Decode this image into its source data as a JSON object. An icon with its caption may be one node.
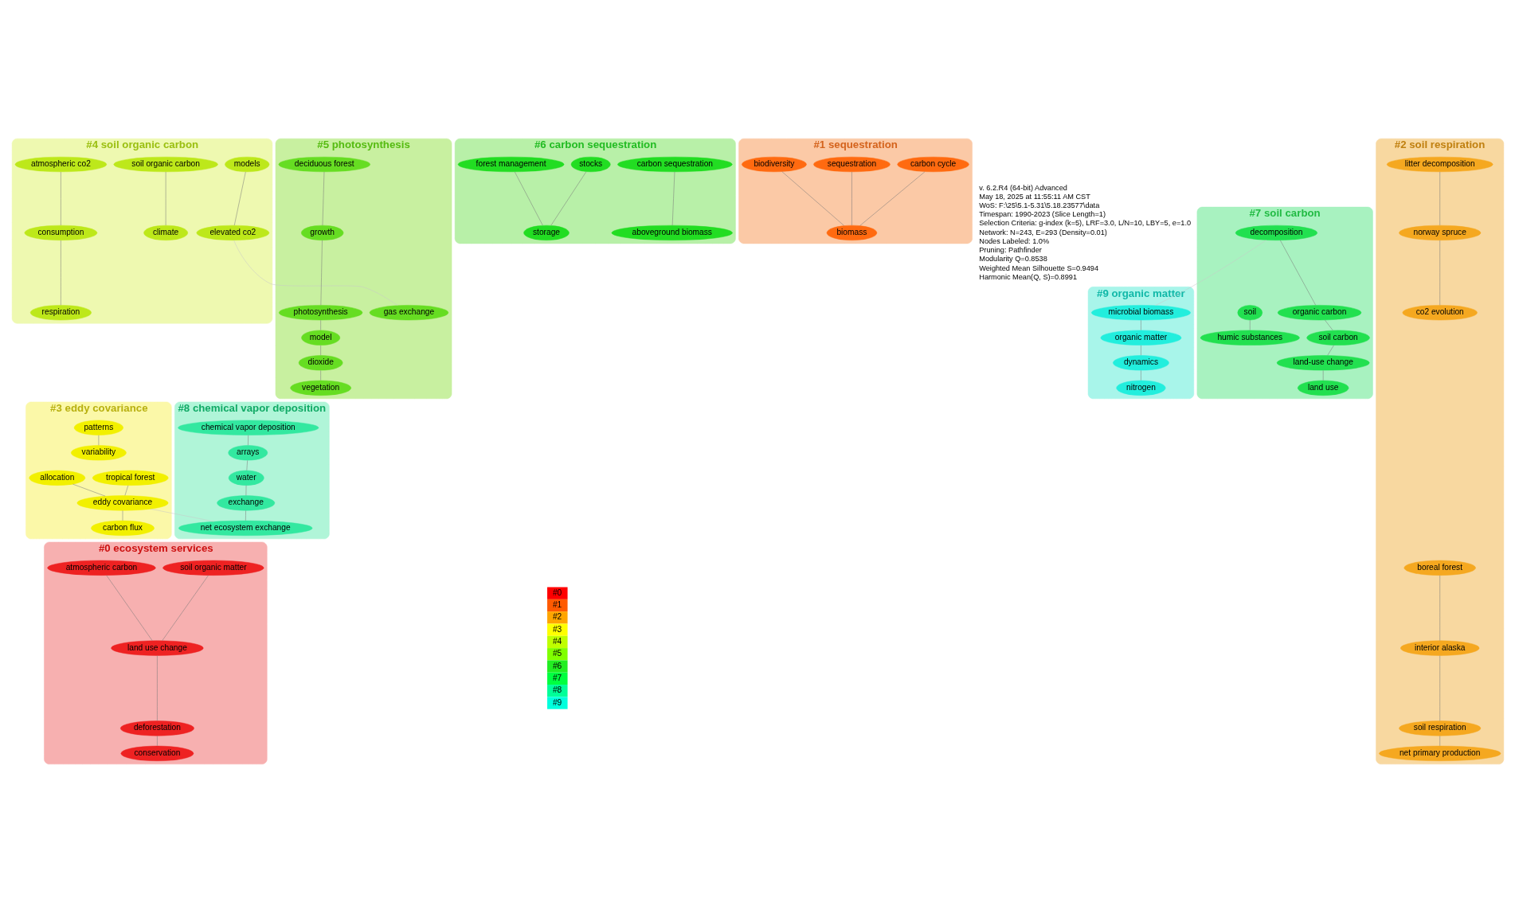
{
  "diagram": {
    "nodes": [
      {
        "text": [
          "#4 soil organic carbon"
        ]
      },
      {
        "text": [
          "atmospheric co2"
        ],
        "in": 0
      },
      {
        "text": [
          "consumption"
        ],
        "in": 0
      },
      {
        "text": [
          "respiration"
        ],
        "in": 0
      },
      {
        "text": [
          "soil organic carbon"
        ],
        "in": 0
      },
      {
        "text": [
          "climate"
        ],
        "in": 0
      },
      {
        "text": [
          "models"
        ],
        "in": 0
      },
      {
        "text": [
          "elevated co2"
        ],
        "in": 0
      },
      {
        "text": [
          "#6 carbon sequestration"
        ]
      },
      {
        "text": [
          "carbon sequestration"
        ],
        "in": 8
      },
      {
        "text": [
          "aboveground biomass"
        ],
        "in": 8
      },
      {
        "text": [
          "stocks"
        ],
        "in": 8
      },
      {
        "text": [
          "forest management"
        ],
        "in": 8
      },
      {
        "text": [
          "storage"
        ],
        "in": 8
      },
      {
        "text": [
          "#1 sequestration"
        ]
      },
      {
        "text": [
          "sequestration"
        ],
        "in": 14
      },
      {
        "text": [
          "biodiversity"
        ],
        "in": 14
      },
      {
        "text": [
          "carbon cycle"
        ],
        "in": 14
      },
      {
        "text": [
          "biomass"
        ],
        "in": 14
      },
      {
        "text": [
          "#5 photosynthesis"
        ]
      },
      {
        "text": [
          "gas exchange"
        ],
        "in": 19
      },
      {
        "text": [
          "deciduous forest"
        ],
        "in": 19
      },
      {
        "text": [
          "growth"
        ],
        "in": 19
      },
      {
        "text": [
          "photosynthesis"
        ],
        "in": 19
      },
      {
        "text": [
          "model"
        ],
        "in": 19
      },
      {
        "text": [
          "dioxide"
        ],
        "in": 19
      },
      {
        "text": [
          "vegetation"
        ],
        "in": 19
      },
      {
        "text": [
          "#7 soil carbon"
        ]
      },
      {
        "text": [
          "soil"
        ],
        "in": 27
      },
      {
        "text": [
          "humic substances"
        ],
        "in": 27
      },
      {
        "text": [
          "decomposition"
        ],
        "in": 27
      },
      {
        "text": [
          "organic carbon"
        ],
        "in": 27
      },
      {
        "text": [
          "soil carbon"
        ],
        "in": 27
      },
      {
        "text": [
          "land-use change"
        ],
        "in": 27
      },
      {
        "text": [
          "land use"
        ],
        "in": 27
      },
      {
        "text": [
          "#9 organic matter"
        ]
      },
      {
        "text": [
          "microbial biomass"
        ],
        "in": 35
      },
      {
        "text": [
          "organic matter"
        ],
        "in": 35
      },
      {
        "text": [
          "dynamics"
        ],
        "in": 35
      },
      {
        "text": [
          "nitrogen"
        ],
        "in": 35
      },
      {
        "text": [
          "#8 chemical vapor deposition"
        ]
      },
      {
        "text": [
          "chemical vapor deposition"
        ],
        "in": 40
      },
      {
        "text": [
          "arrays"
        ],
        "in": 40
      },
      {
        "text": [
          "water"
        ],
        "in": 40
      },
      {
        "text": [
          "exchange"
        ],
        "in": 40
      },
      {
        "text": [
          "net ecosystem exchange"
        ],
        "in": 40
      },
      {
        "text": [
          "#3 eddy covariance"
        ]
      },
      {
        "text": [
          "patterns"
        ],
        "in": 46
      },
      {
        "text": [
          "variability"
        ],
        "in": 46
      },
      {
        "text": [
          "tropical forest"
        ],
        "in": 46
      },
      {
        "text": [
          "eddy covariance"
        ],
        "in": 46
      },
      {
        "text": [
          "allocation"
        ],
        "in": 46
      },
      {
        "text": [
          "carbon flux"
        ],
        "in": 46
      },
      {
        "text": [
          "#0 ecosystem services"
        ]
      },
      {
        "text": [
          "soil organic matter"
        ],
        "in": 53
      },
      {
        "text": [
          "atmospheric carbon"
        ],
        "in": 53
      },
      {
        "text": [
          "land use change"
        ],
        "in": 53
      },
      {
        "text": [
          "deforestation"
        ],
        "in": 53
      },
      {
        "text": [
          "conservation"
        ],
        "in": 53
      },
      {
        "text": [
          "#2 soil respiration"
        ]
      },
      {
        "text": [
          "boreal forest"
        ],
        "in": 59
      },
      {
        "text": [
          "interior alaska"
        ],
        "in": 59
      },
      {
        "text": [
          "soil respiration"
        ],
        "in": 59
      },
      {
        "text": [
          "litter decomposition"
        ],
        "in": 59
      },
      {
        "text": [
          "net primary production"
        ],
        "in": 59
      },
      {
        "text": [
          "norway spruce"
        ],
        "in": 59
      },
      {
        "text": [
          "co2 evolution"
        ],
        "in": 59
      }
    ],
    "edges": [
      {
        "from": 1,
        "to": 2,
        "arrow": "none"
      },
      {
        "from": 2,
        "to": 3,
        "arrow": "none"
      },
      {
        "from": 4,
        "to": 5,
        "arrow": "none"
      },
      {
        "from": 6,
        "to": 7,
        "arrow": "none"
      },
      {
        "from": 9,
        "to": 10,
        "arrow": "none"
      },
      {
        "from": 11,
        "to": 13,
        "arrow": "none"
      },
      {
        "from": 12,
        "to": 13,
        "arrow": "none"
      },
      {
        "from": 15,
        "to": 18,
        "arrow": "none"
      },
      {
        "from": 16,
        "to": 18,
        "arrow": "none"
      },
      {
        "from": 17,
        "to": 18,
        "arrow": "none"
      },
      {
        "from": 21,
        "to": 22,
        "arrow": "none"
      },
      {
        "from": 22,
        "to": 23,
        "arrow": "none"
      },
      {
        "from": 23,
        "to": 24,
        "arrow": "none"
      },
      {
        "from": 24,
        "to": 25,
        "arrow": "none"
      },
      {
        "from": 25,
        "to": 26,
        "arrow": "none"
      },
      {
        "from": 28,
        "to": 29,
        "arrow": "none"
      },
      {
        "from": 30,
        "to": 31,
        "arrow": "none"
      },
      {
        "from": 31,
        "to": 32,
        "arrow": "none"
      },
      {
        "from": 32,
        "to": 33,
        "arrow": "none"
      },
      {
        "from": 33,
        "to": 34,
        "arrow": "none"
      },
      {
        "from": 36,
        "to": 37,
        "arrow": "none"
      },
      {
        "from": 37,
        "to": 38,
        "arrow": "none"
      },
      {
        "from": 38,
        "to": 39,
        "arrow": "none"
      },
      {
        "from": 41,
        "to": 42,
        "arrow": "none"
      },
      {
        "from": 42,
        "to": 43,
        "arrow": "none"
      },
      {
        "from": 43,
        "to": 44,
        "arrow": "none"
      },
      {
        "from": 44,
        "to": 45,
        "arrow": "none"
      },
      {
        "from": 47,
        "to": 48,
        "arrow": "none"
      },
      {
        "from": 49,
        "to": 50,
        "arrow": "none"
      },
      {
        "from": 51,
        "to": 50,
        "arrow": "none"
      },
      {
        "from": 50,
        "to": 52,
        "arrow": "none"
      },
      {
        "from": 54,
        "to": 56,
        "arrow": "none"
      },
      {
        "from": 55,
        "to": 56,
        "arrow": "none"
      },
      {
        "from": 56,
        "to": 57,
        "arrow": "none"
      },
      {
        "from": 57,
        "to": 58,
        "arrow": "none"
      },
      {
        "from": 60,
        "to": 61,
        "arrow": "none"
      },
      {
        "from": 61,
        "to": 62,
        "arrow": "none"
      },
      {
        "from": 62,
        "to": 64,
        "arrow": "none"
      },
      {
        "from": 63,
        "to": 65,
        "arrow": "none"
      },
      {
        "from": 65,
        "to": 66,
        "arrow": "none"
      },
      {
        "from": 20,
        "to": 7,
        "arrow": "none",
        "color": "#c8c8c8"
      },
      {
        "from": 30,
        "to": 36,
        "arrow": "none",
        "color": "#c8c8c8"
      },
      {
        "from": 50,
        "to": 45,
        "arrow": "none",
        "color": "#c8c8c8"
      }
    ],
    "labels": [
      "v. 6.2.R4 (64-bit) Advanced",
      "May 18, 2025 at 11:55:11 AM CST",
      "WoS: F:\\25\\5.1-5.31\\5.18.23577\\data",
      "Timespan: 1990-2023 (Slice Length=1)",
      "Selection Criteria: g-index (k=5), LRF=3.0, L/N=10, LBY=5, e=1.0",
      "Network: N=243, E=293 (Density=0.01)",
      "Nodes Labeled: 1.0%",
      "Pruning: Pathfinder",
      "Modularity Q=0.8538",
      "Weighted Mean Silhouette S=0.9494",
      "Harmonic Mean(Q, S)=0.8991"
    ],
    "legend": [
      {
        "text": "#0",
        "color": "#ff0000"
      },
      {
        "text": "#1",
        "color": "#ff5a00"
      },
      {
        "text": "#2",
        "color": "#ffa500"
      },
      {
        "text": "#3",
        "color": "#ffff00"
      },
      {
        "text": "#4",
        "color": "#bfff00"
      },
      {
        "text": "#5",
        "color": "#80ff00"
      },
      {
        "text": "#6",
        "color": "#22ee22"
      },
      {
        "text": "#7",
        "color": "#00ff40"
      },
      {
        "text": "#8",
        "color": "#00ff99"
      },
      {
        "text": "#9",
        "color": "#00ffdd"
      }
    ]
  }
}
